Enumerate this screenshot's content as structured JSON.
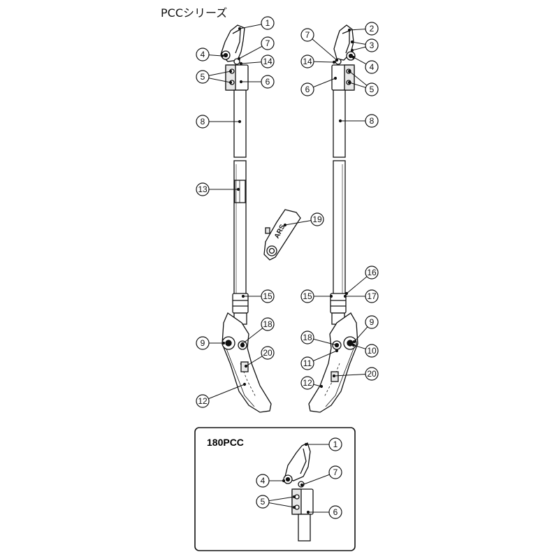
{
  "series_title": "PCCシリーズ",
  "inset_title": "180PCC",
  "logo_text": "ARS",
  "callout_numbers": [
    "1",
    "2",
    "3",
    "4",
    "5",
    "6",
    "7",
    "8",
    "9",
    "10",
    "11",
    "12",
    "13",
    "14",
    "15",
    "16",
    "17",
    "18",
    "19",
    "20"
  ],
  "colors": {
    "ink": "#111111",
    "fill": "#ffffff",
    "shade": "#e8e8e8"
  }
}
